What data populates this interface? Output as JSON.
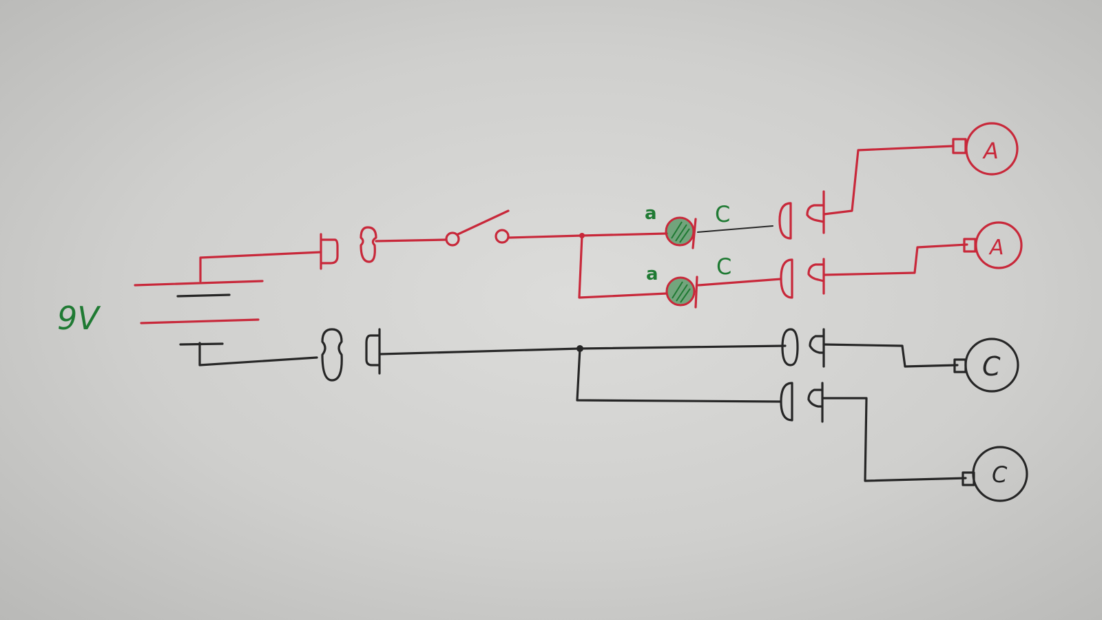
{
  "colors": {
    "red_wire": "#c8283a",
    "black_wire": "#262626",
    "green_ink": "#1f7a33",
    "paper": "#d4d4d2"
  },
  "labels": {
    "battery_voltage": "9V",
    "led_top_anode": "a",
    "led_top_cathode": "C",
    "led_bottom_anode": "a",
    "led_bottom_cathode": "C",
    "red_load_1": "A",
    "red_load_2": "A",
    "black_load_1": "C",
    "black_load_2": "C"
  }
}
